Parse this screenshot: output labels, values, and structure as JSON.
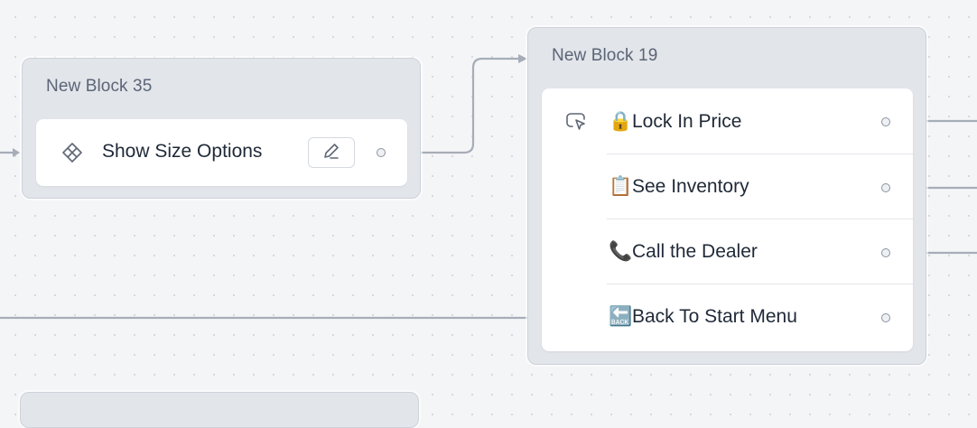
{
  "blocks": {
    "block35": {
      "title": "New Block 35",
      "step": {
        "label": "Show Size Options",
        "icon": "diamond-x-icon",
        "edit_icon": "pencil-icon"
      }
    },
    "block19": {
      "title": "New Block 19",
      "menu_icon": "pointer-bubble-icon",
      "items": [
        {
          "emoji": "🔒",
          "label": "Lock In Price"
        },
        {
          "emoji": "📋",
          "label": "See Inventory"
        },
        {
          "emoji": "📞",
          "label": "Call the Dealer"
        },
        {
          "emoji": "🔙",
          "label": "Back To Start Menu"
        }
      ]
    }
  },
  "colors": {
    "canvas": "#f4f5f7",
    "block_bg": "#e2e5ea",
    "edge": "#a6adb8"
  }
}
